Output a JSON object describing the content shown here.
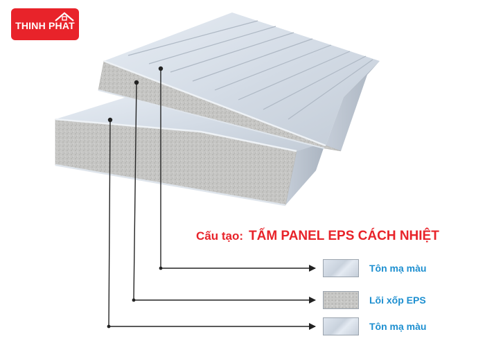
{
  "brand": {
    "name": "THINH PHAT",
    "accent_color": "#e8232a",
    "logo_icon": "house-roof-icon"
  },
  "title": {
    "prefix": "Cấu tạo:",
    "main": "TẤM PANEL EPS CÁCH NHIỆT"
  },
  "legend": {
    "items": [
      {
        "label": "Tôn mạ màu",
        "swatch": "metal-sheet",
        "color": "#dbe3ec"
      },
      {
        "label": "Lõi xốp EPS",
        "swatch": "eps-foam",
        "color": "#c8c8c6"
      },
      {
        "label": "Tôn mạ màu",
        "swatch": "metal-sheet",
        "color": "#dbe3ec"
      }
    ],
    "label_color": "#1d8fd0"
  }
}
